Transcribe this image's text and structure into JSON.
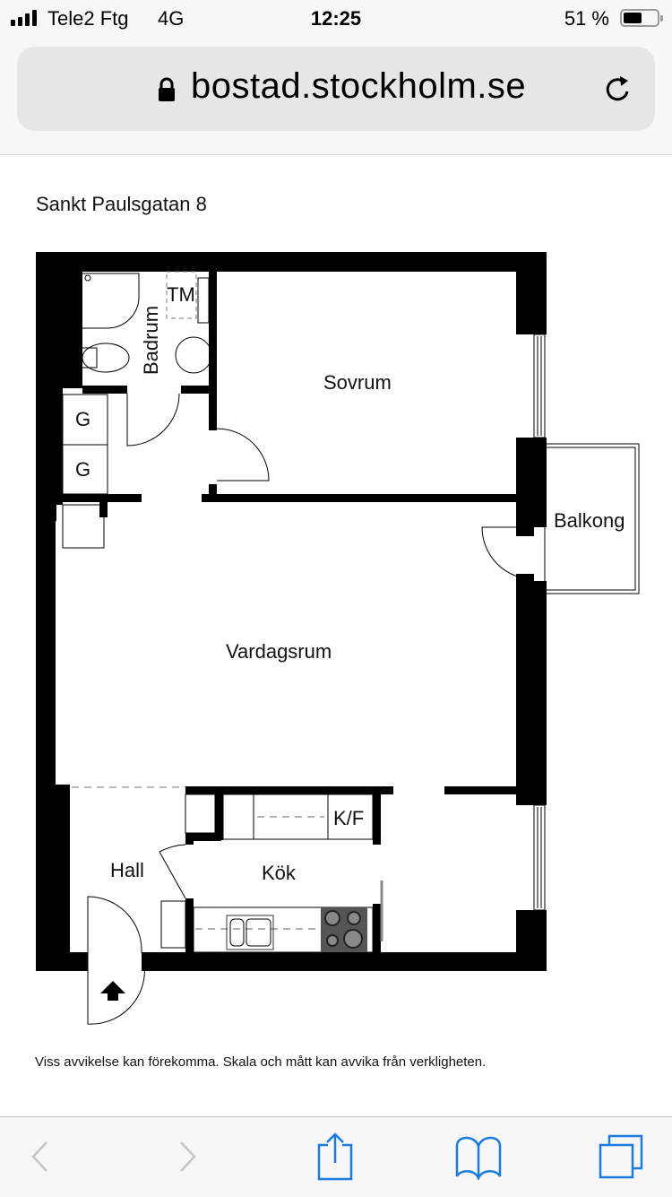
{
  "status_bar": {
    "carrier": "Tele2 Ftg",
    "network": "4G",
    "time": "12:25",
    "battery_percent": "51 %",
    "signal_bars": 4
  },
  "browser": {
    "url": "bostad.stockholm.se",
    "lock_icon": "lock-icon",
    "reload_icon": "reload-icon"
  },
  "page": {
    "title": "Sankt Paulsgatan 8",
    "disclaimer": "Viss avvikelse kan förekomma. Skala och mått kan avvika från verkligheten."
  },
  "floorplan": {
    "rooms": {
      "badrum": "Badrum",
      "tm": "TM",
      "sovrum": "Sovrum",
      "closet_1": "G",
      "closet_2": "G",
      "balkong": "Balkong",
      "vardagsrum": "Vardagsrum",
      "kf": "K/F",
      "kok": "Kök",
      "hall": "Hall"
    },
    "entrance_icon": "entrance-arrow-icon",
    "wall_color": "#000000"
  },
  "toolbar": {
    "back": "back-icon",
    "forward": "forward-icon",
    "share": "share-icon",
    "bookmarks": "bookmarks-icon",
    "tabs": "tabs-icon",
    "accent_color": "#1a7ce0",
    "disabled_color": "#c4c4c4"
  }
}
